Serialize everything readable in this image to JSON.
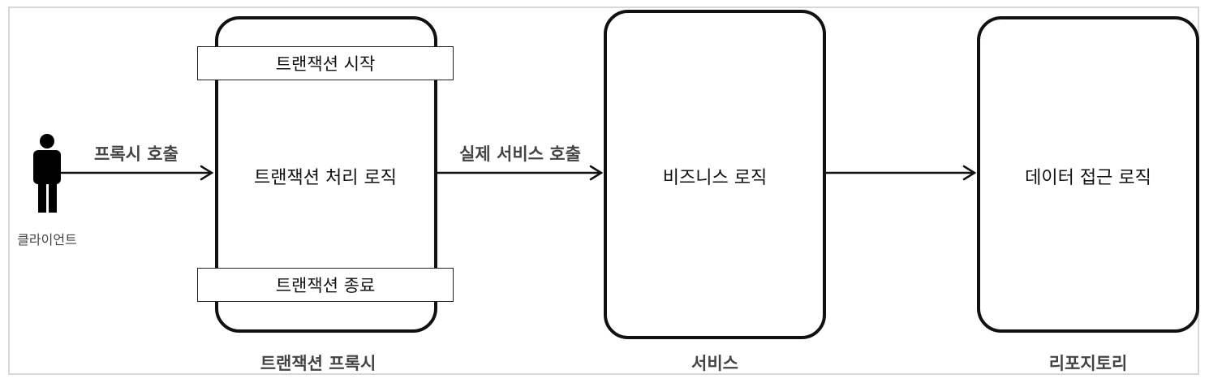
{
  "client": {
    "label": "클라이언트"
  },
  "proxy": {
    "caption": "트랜잭션 프록시",
    "start_label": "트랜잭션 시작",
    "process_label": "트랜잭션 처리 로직",
    "end_label": "트랜잭션 종료"
  },
  "service": {
    "caption": "서비스",
    "label": "비즈니스 로직"
  },
  "repository": {
    "caption": "리포지토리",
    "label": "데이터 접근 로직"
  },
  "arrows": {
    "client_to_proxy": "프록시 호출",
    "proxy_to_service": "실제 서비스 호출"
  },
  "colors": {
    "stroke": "#111111",
    "caption": "#444444",
    "frame": "#d8d8d8"
  }
}
